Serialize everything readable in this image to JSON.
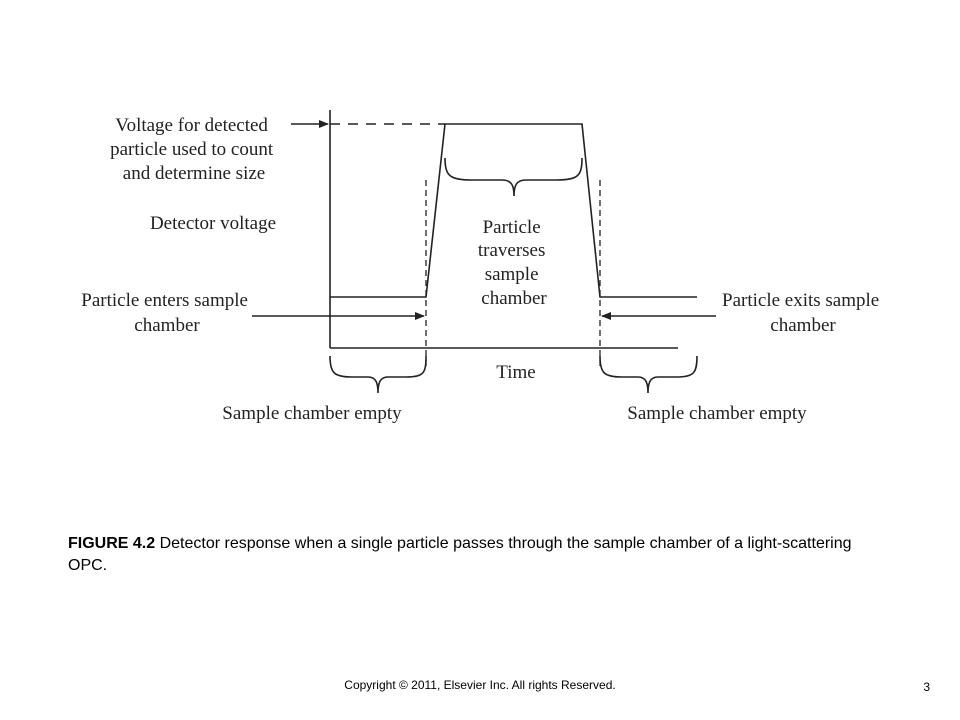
{
  "diagram": {
    "labels": {
      "voltage_detected": [
        "Voltage for detected",
        "particle used to count",
        "and determine size"
      ],
      "detector_voltage": "Detector voltage",
      "particle_enters": [
        "Particle enters sample",
        "chamber"
      ],
      "particle_traverses": [
        "Particle",
        "traverses",
        "sample",
        "chamber"
      ],
      "particle_exits": [
        "Particle exits sample",
        "chamber"
      ],
      "time": "Time",
      "empty_left": "Sample chamber empty",
      "empty_right": "Sample chamber empty"
    }
  },
  "caption": {
    "figure_label": "FIGURE 4.2",
    "text": " Detector response when a single particle passes through the sample chamber of a light-scattering OPC."
  },
  "footer": {
    "copyright": "Copyright © 2011, Elsevier Inc. All rights Reserved.",
    "page_number": "3"
  }
}
